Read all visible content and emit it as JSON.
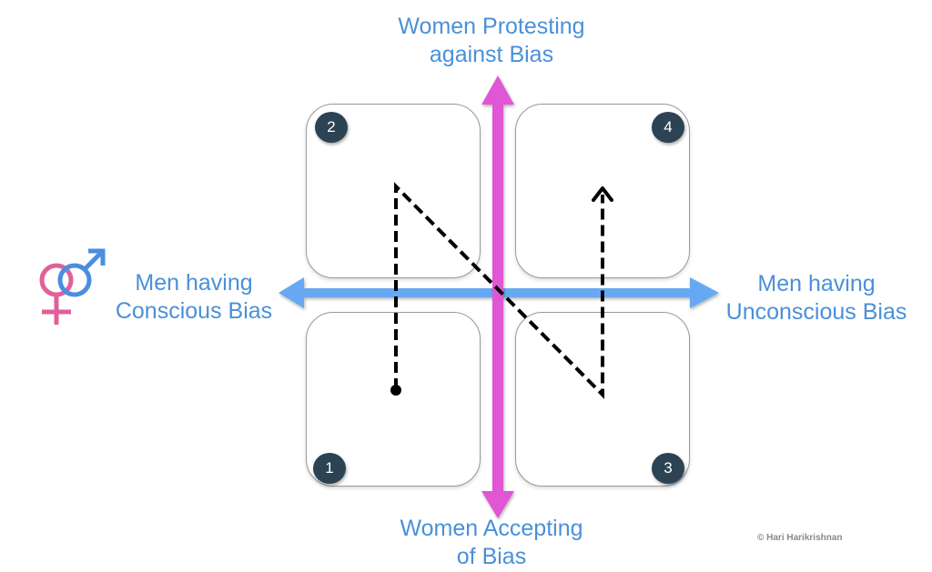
{
  "axes": {
    "top": {
      "lines": [
        "Women Protesting",
        "against Bias"
      ]
    },
    "bottom": {
      "lines": [
        "Women Accepting",
        "of Bias"
      ]
    },
    "left": {
      "lines": [
        "Men having",
        "Conscious Bias"
      ]
    },
    "right": {
      "lines": [
        "Men having",
        "Unconscious Bias"
      ]
    }
  },
  "quadrants": [
    {
      "number": "1",
      "position": "bottom-left"
    },
    {
      "number": "2",
      "position": "top-left"
    },
    {
      "number": "3",
      "position": "bottom-right"
    },
    {
      "number": "4",
      "position": "top-right"
    }
  ],
  "path": {
    "description": "dashed N-shaped path from quadrant 1 up to 2, diagonally down to 3, then up to 4",
    "start_marker": "dot",
    "end_marker": "arrow"
  },
  "icons": {
    "gender_symbol": "intertwined-female-male-symbols"
  },
  "colors": {
    "vertical_axis": "#e056d4",
    "horizontal_axis": "#66a9f2",
    "label_text": "#4a90d9",
    "badge_bg": "#2b4352",
    "female_symbol": "#e0609a",
    "male_symbol": "#4a8ee0",
    "path": "#000000"
  },
  "copyright": "© Hari Harikrishnan"
}
